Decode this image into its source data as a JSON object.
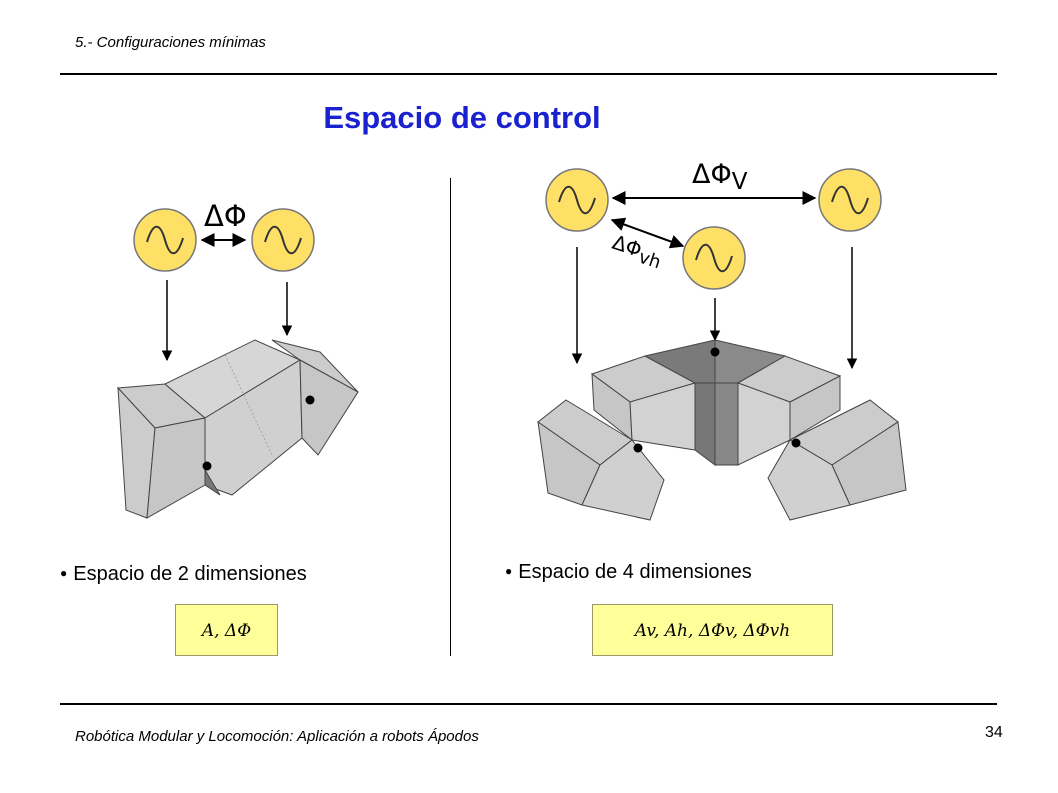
{
  "header": {
    "section": "5.- Configuraciones mínimas"
  },
  "title": "Espacio de control",
  "left": {
    "delta_label": "ΔΦ",
    "bullet": "Espacio de 2 dimensiones",
    "formula": "A, ΔΦ"
  },
  "right": {
    "delta_v_label": "ΔΦ",
    "delta_v_sub": "V",
    "delta_vh_label": "ΔΦ",
    "delta_vh_sub": "vh",
    "bullet": "Espacio de 4 dimensiones",
    "formula": "Av, Ah, ΔΦv, ΔΦvh"
  },
  "footer": {
    "text": "Robótica Modular y Locomoción: Aplicación a robots Ápodos",
    "page": "34"
  },
  "colors": {
    "title": "#1a22d0",
    "oscillator": "#ffe066",
    "module": "#cccccc",
    "module_dark": "#777777",
    "formula_box": "#ffff99"
  }
}
